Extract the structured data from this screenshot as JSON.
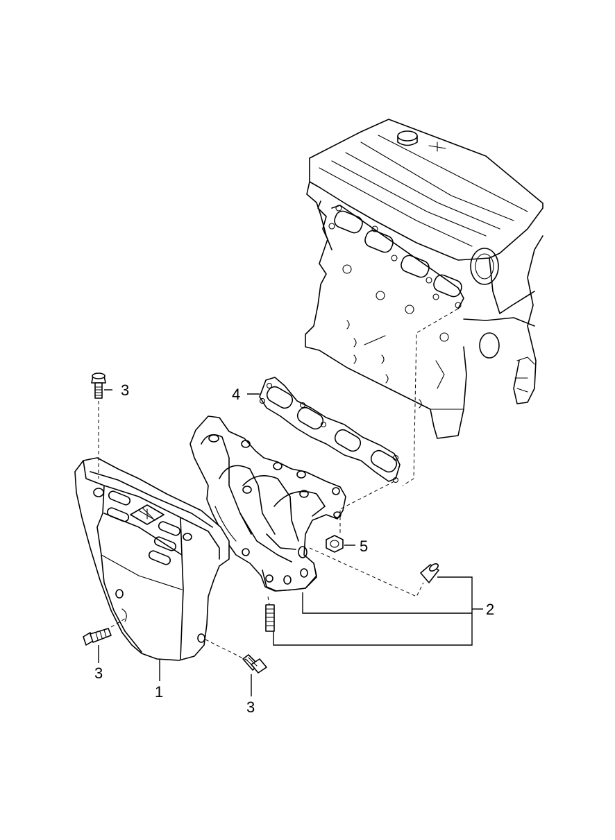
{
  "callouts": {
    "c1": "1",
    "c2": "2",
    "c3_top": "3",
    "c3_left": "3",
    "c3_bottom": "3",
    "c4": "4",
    "c5": "5"
  },
  "icons": [
    "engine-block-drawing",
    "heat-shield-drawing",
    "exhaust-manifold-drawing",
    "manifold-gasket-drawing",
    "bolt-drawing",
    "stud-drawing",
    "nut-drawing"
  ]
}
